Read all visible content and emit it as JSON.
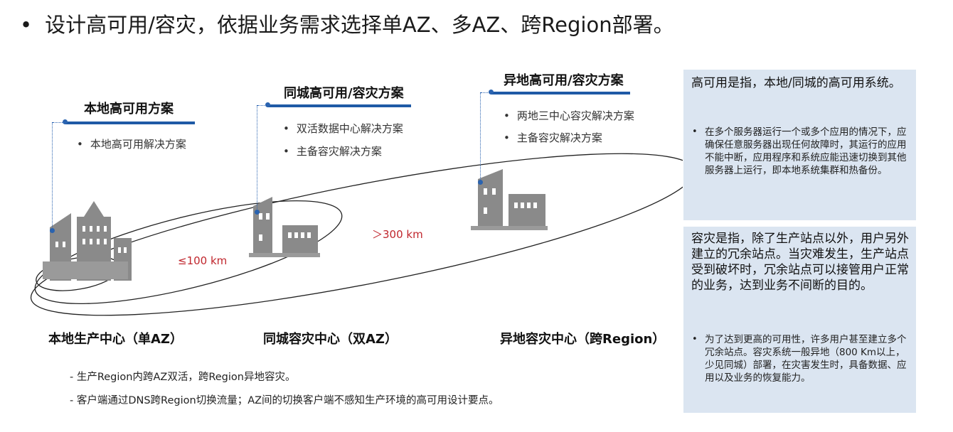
{
  "headline": {
    "bullet": "•",
    "text": "设计高可用/容灾，依据业务需求选择单AZ、多AZ、跨Region部署。"
  },
  "columns": [
    {
      "title": "本地高可用方案",
      "items": [
        "本地高可用解决方案"
      ]
    },
    {
      "title": "同城高可用/容灾方案",
      "items": [
        "双活数据中心解决方案",
        "主备容灾解决方案"
      ]
    },
    {
      "title": "异地高可用/容灾方案",
      "items": [
        "两地三中心容灾解决方案",
        "主备容灾解决方案"
      ]
    }
  ],
  "distances": {
    "near": "≤100 km",
    "far": "＞300 km"
  },
  "site_labels": [
    "本地生产中心（单AZ）",
    "同城容灾中心（双AZ）",
    "异地容灾中心（跨Region）"
  ],
  "notes": [
    "- 生产Region内跨AZ双活，跨Region异地容灾。",
    "- 客户端通过DNS跨Region切换流量；AZ间的切换客户端不感知生产环境的高可用设计要点。"
  ],
  "ha_box": {
    "title": "高可用是指，本地/同城的高可用系统。",
    "bullet": "•",
    "body": "在多个服务器运行一个或多个应用的情况下，应确保任意服务器出现任何故障时，其运行的应用不能中断，应用程序和系统应能迅速切换到其他服务器上运行，即本地系统集群和热备份。"
  },
  "dr_box": {
    "title": "容灾是指，除了生产站点以外，用户另外建立的冗余站点。当灾难发生，生产站点受到破坏时，冗余站点可以接管用户正常的业务，达到业务不间断的目的。",
    "bullet": "•",
    "body": "为了达到更高的可用性，许多用户甚至建立多个冗余站点。容灾系统一般异地（800 Km以上，少见同城）部署，在灾害发生时，具备数据、应用以及业务的恢复能力。"
  },
  "colors": {
    "accent": "#1f5aa6",
    "distance": "#c0262d",
    "building": "#8a8a8a",
    "box": "#dbe5f1"
  }
}
